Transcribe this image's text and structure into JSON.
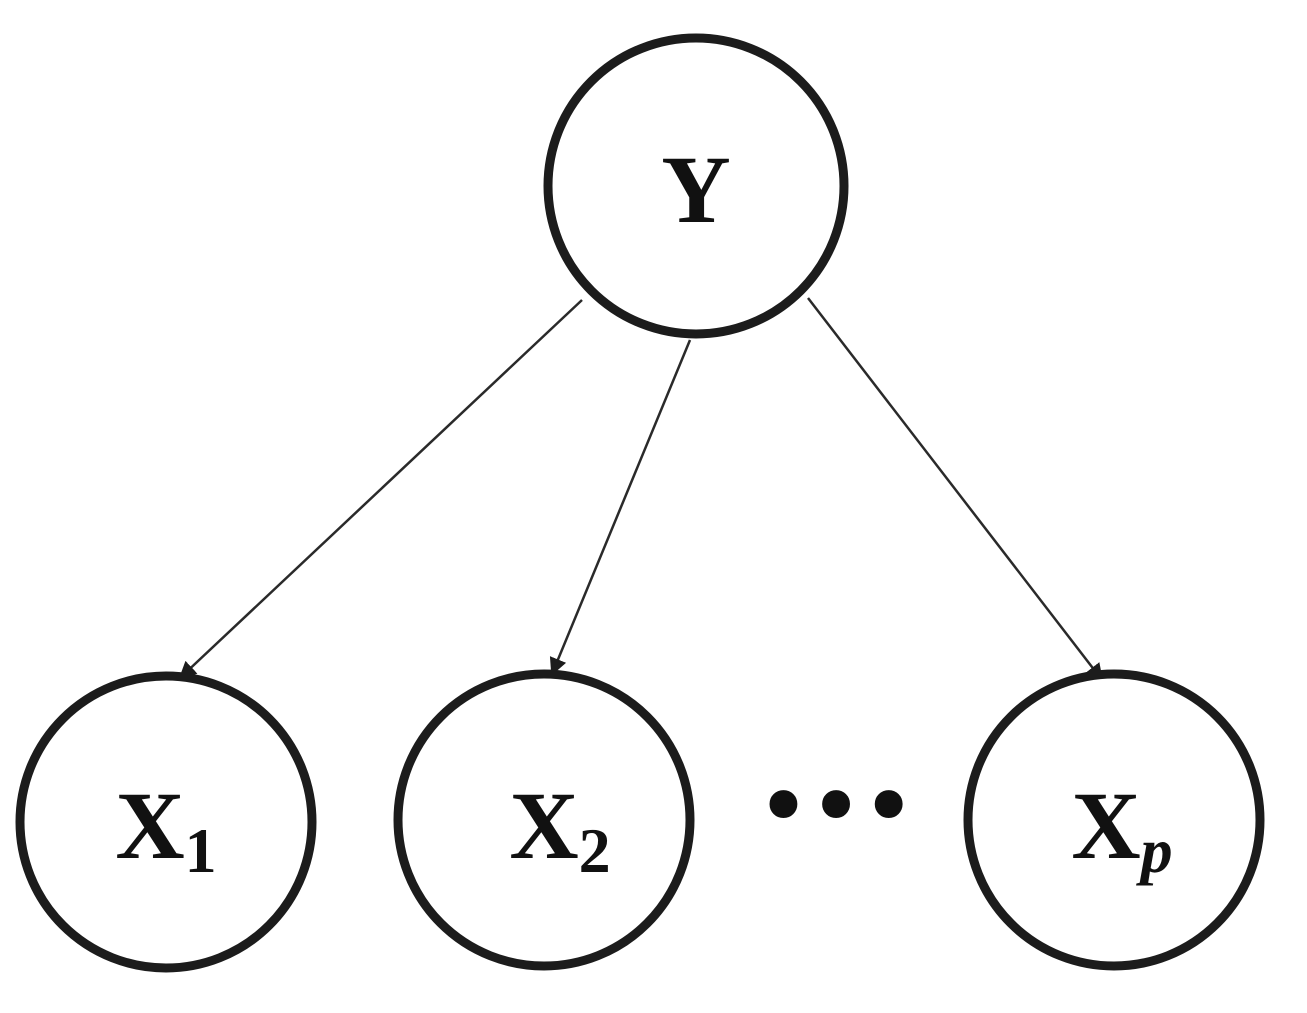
{
  "diagram": {
    "root": {
      "label": "Y"
    },
    "children": [
      {
        "label": "X",
        "subscript": "1"
      },
      {
        "label": "X",
        "subscript": "2"
      },
      {
        "label": "X",
        "subscript": "p"
      }
    ],
    "ellipsis": "•••",
    "edges": [
      {
        "from": "Y",
        "to": "X1"
      },
      {
        "from": "Y",
        "to": "X2"
      },
      {
        "from": "Y",
        "to": "Xp"
      }
    ]
  }
}
